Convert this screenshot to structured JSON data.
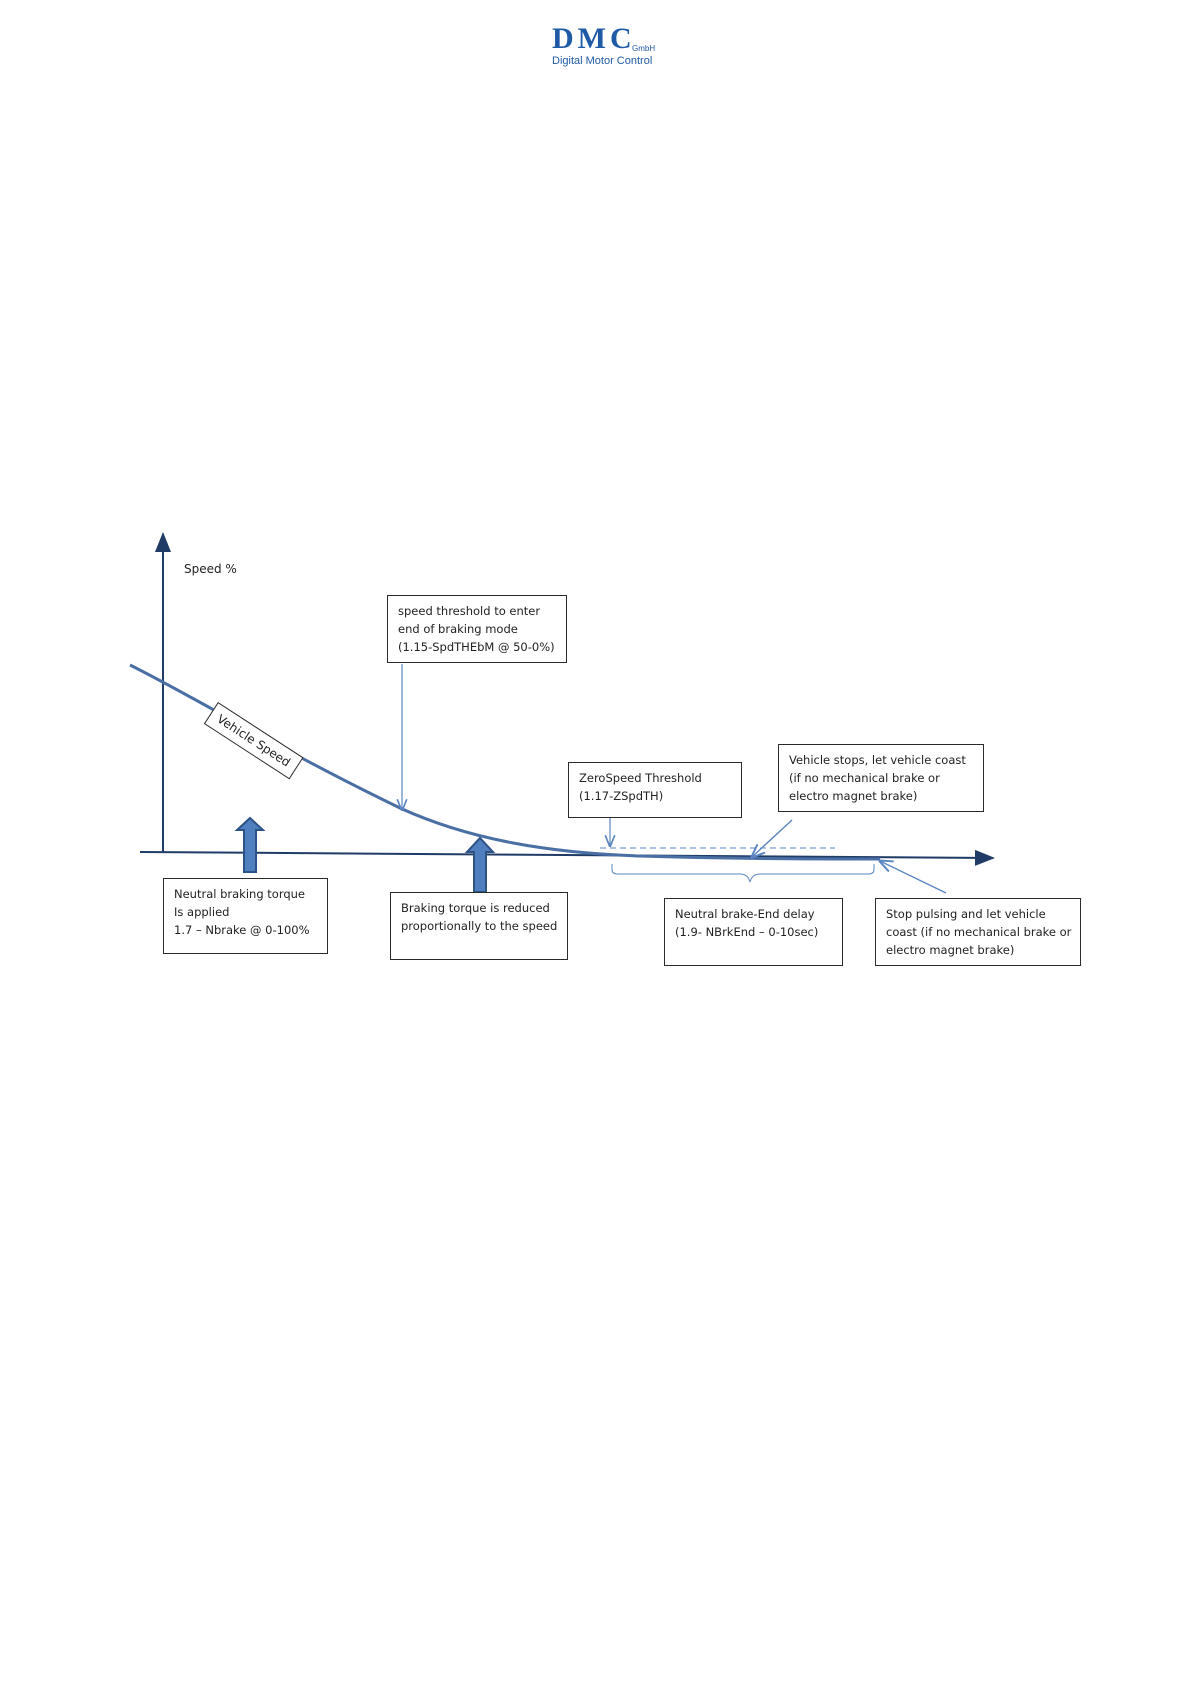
{
  "header": {
    "logo_word": "DMC",
    "logo_gmbh": "GmbH",
    "logo_tagline": "Digital Motor Control"
  },
  "diagram": {
    "y_axis_label": "Speed %",
    "curve_label": "Vehicle Speed",
    "annotations": {
      "threshold_end_braking": [
        "speed threshold to enter",
        "end of braking mode",
        "(1.15-SpdTHEbM @ 50-0%)"
      ],
      "zero_speed_threshold": [
        "ZeroSpeed Threshold",
        "(1.17-ZSpdTH)"
      ],
      "vehicle_stops": [
        "Vehicle stops, let vehicle coast",
        "(if no mechanical brake or",
        "electro magnet brake)"
      ],
      "neutral_braking_applied": [
        "Neutral braking torque",
        "Is applied",
        "1.7 – Nbrake @ 0-100%"
      ],
      "torque_reduced": [
        "Braking torque is reduced",
        "proportionally to the speed"
      ],
      "neutral_brake_end_delay": [
        "Neutral brake-End delay",
        "(1.9- NBrkEnd – 0-10sec)"
      ],
      "stop_pulsing": [
        "Stop pulsing and let vehicle",
        "coast (if no mechanical brake or",
        "electro magnet brake)"
      ]
    },
    "colors": {
      "curve": "#4a6fa5",
      "axis": "#1f3b66",
      "arrow_fill": "#4f7fbf",
      "arrow_stroke": "#2d5286",
      "thin_line": "#5b86c2"
    }
  }
}
